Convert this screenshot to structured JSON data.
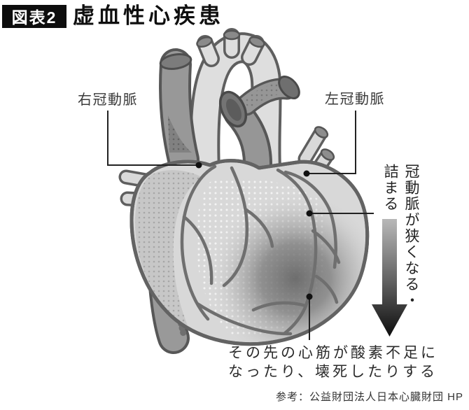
{
  "title": {
    "badge": "図表2",
    "text": "虚血性心疾患"
  },
  "labels": {
    "right_coronary": "右冠動脈",
    "left_coronary": "左冠動脈"
  },
  "process": {
    "line1": "冠動脈が狭くなる・",
    "line2": "詰まる"
  },
  "result": {
    "line1": "その先の心筋が酸素不足に",
    "line2": "なったり、壊死したりする"
  },
  "credit": "参考：公益財団法人日本心臓財団 HP",
  "illustration": {
    "name": "heart-ischemia-diagram",
    "parts": [
      "superior-vena-cava",
      "aorta",
      "pulmonary-artery",
      "pulmonary-veins",
      "inferior-vena-cava",
      "heart-body",
      "right-atrium-region",
      "coronary-arteries",
      "ischemic-region",
      "leader-lines",
      "downward-arrow"
    ]
  },
  "colors": {
    "background": "#ffffff",
    "badge_bg": "#0d0d0d",
    "heart_light": "#d8d8d8",
    "heart_outline": "#636363",
    "vessel_dark": "#979797",
    "vessel_cap": "#6f6f6f",
    "atrium_shade": "#c7c7c7",
    "ischemia_dark": "#646464",
    "arrow_top": "#b8b8b8",
    "arrow_bottom": "#0d0d0d",
    "text": "#2b2b2b"
  }
}
